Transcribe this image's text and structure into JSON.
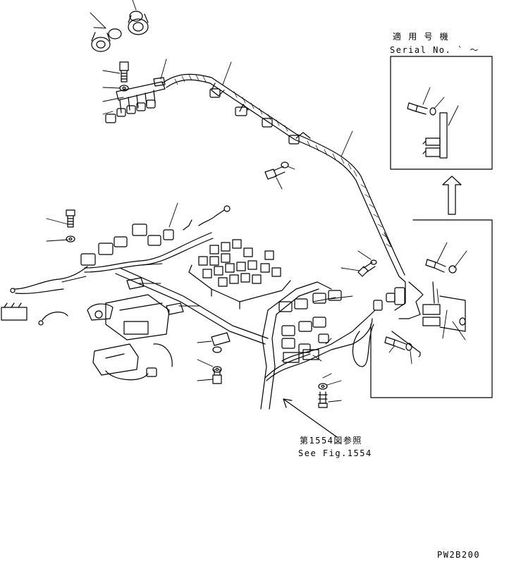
{
  "serial": {
    "jp": "適 用 号 機",
    "en": "Serial No.  ` ～"
  },
  "reference": {
    "jp": "第1554図参照",
    "en": "See Fig.1554"
  },
  "code": "PW2B200"
}
